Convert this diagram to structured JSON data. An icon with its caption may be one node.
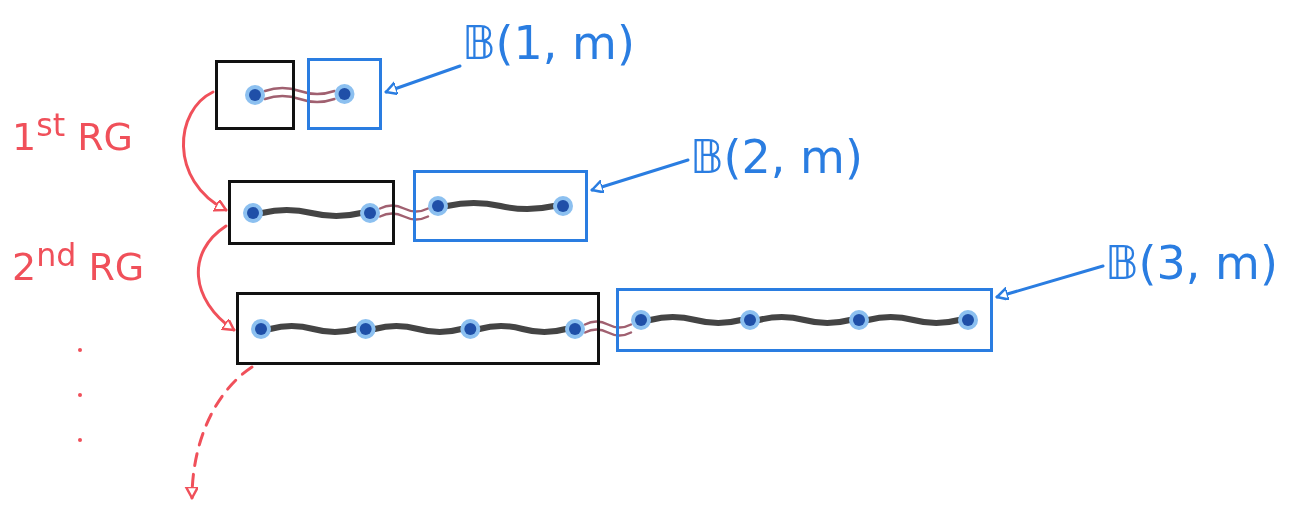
{
  "diagram": {
    "nodes": [
      {
        "text": [],
        "shape": "box"
      },
      {
        "text": [],
        "shape": "box"
      },
      {
        "text": [
          "𝔹(1, m)"
        ]
      },
      {
        "text": [],
        "shape": "box"
      },
      {
        "text": [],
        "shape": "box"
      },
      {
        "text": [
          "𝔹(2, m)"
        ]
      },
      {
        "text": [],
        "shape": "box"
      },
      {
        "text": [],
        "shape": "box"
      },
      {
        "text": [
          "𝔹(3, m)"
        ]
      }
    ],
    "edges": [
      {
        "from": 2,
        "to": 1,
        "arrow": "to"
      },
      {
        "from": 5,
        "to": 4,
        "arrow": "to"
      },
      {
        "from": 8,
        "to": 7,
        "arrow": "to"
      },
      {
        "from": 0,
        "to": 3,
        "arrow": "to",
        "label": "1$^{st}$ RG",
        "color": "#f0505a"
      },
      {
        "from": 3,
        "to": 6,
        "arrow": "to",
        "label": "2$^{nd}$ RG",
        "color": "#f0505a"
      },
      {
        "from": 6,
        "to": null,
        "arrow": "to",
        "style": "dashed",
        "color": "#f0505a"
      },
      {
        "from": 0,
        "to": 1,
        "arrow": "none",
        "color": "#a06070"
      },
      {
        "from": 3,
        "to": 4,
        "arrow": "none",
        "color": "#a06070"
      },
      {
        "from": 6,
        "to": 7,
        "arrow": "none",
        "color": "#a06070"
      }
    ]
  }
}
